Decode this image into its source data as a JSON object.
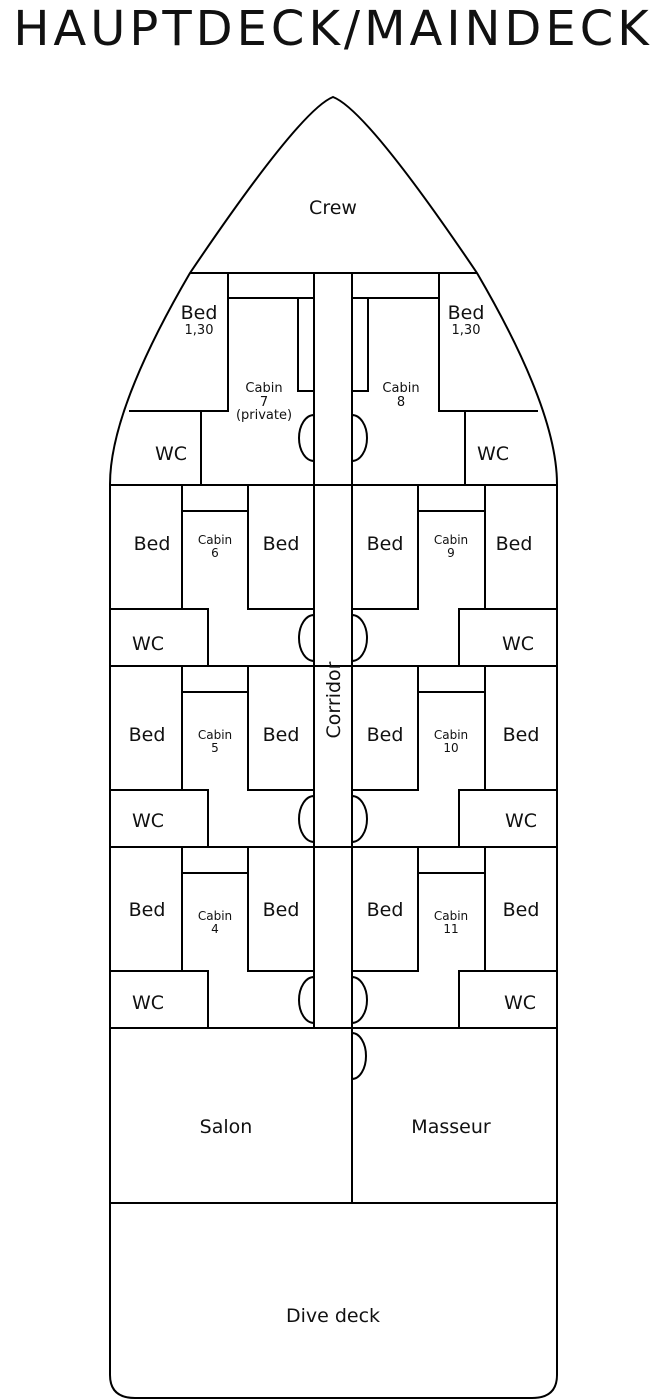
{
  "title": "HAUPTDECK/MAINDECK",
  "rooms": {
    "crew": "Crew",
    "cabin7": {
      "bed": "Bed",
      "bed_size": "1,30",
      "wc": "WC",
      "name": "Cabin",
      "number": "7",
      "note": "(private)"
    },
    "cabin8": {
      "bed": "Bed",
      "bed_size": "1,30",
      "wc": "WC",
      "name": "Cabin",
      "number": "8"
    },
    "cabin6": {
      "bed_outer": "Bed",
      "bed_inner": "Bed",
      "wc": "WC",
      "name": "Cabin",
      "number": "6"
    },
    "cabin9": {
      "bed_outer": "Bed",
      "bed_inner": "Bed",
      "wc": "WC",
      "name": "Cabin",
      "number": "9"
    },
    "cabin5": {
      "bed_outer": "Bed",
      "bed_inner": "Bed",
      "wc": "WC",
      "name": "Cabin",
      "number": "5"
    },
    "cabin10": {
      "bed_outer": "Bed",
      "bed_inner": "Bed",
      "wc": "WC",
      "name": "Cabin",
      "number": "10"
    },
    "cabin4": {
      "bed_outer": "Bed",
      "bed_inner": "Bed",
      "wc": "WC",
      "name": "Cabin",
      "number": "4"
    },
    "cabin11": {
      "bed_outer": "Bed",
      "bed_inner": "Bed",
      "wc": "WC",
      "name": "Cabin",
      "number": "11"
    },
    "corridor": "Corridor",
    "salon": "Salon",
    "masseur": "Masseur",
    "dive_deck": "Dive deck"
  }
}
